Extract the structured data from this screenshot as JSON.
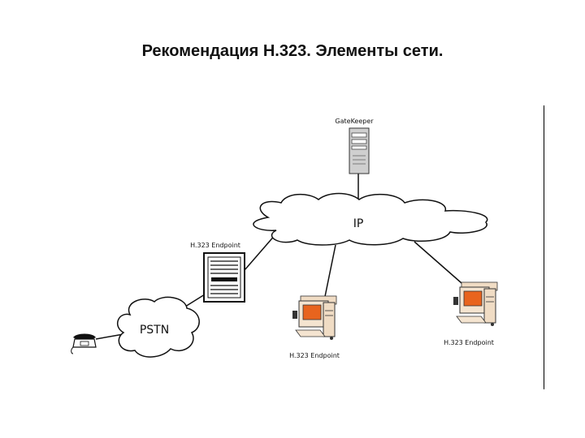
{
  "title": "Рекомендация Н.323. Элементы сети.",
  "diagram": {
    "gatekeeper_label": "GateKeeper",
    "ip_cloud_label": "IP",
    "pstn_cloud_label": "PSTN",
    "endpoint_server_label": "H.323 Endpoint",
    "endpoint_pc_center_label": "H.323 Endpoint",
    "endpoint_pc_right_label": "H.323 Endpoint"
  },
  "icons": [
    "gatekeeper-server-icon",
    "terminal-server-icon",
    "pc-endpoint-icon",
    "telephone-icon"
  ],
  "colors": {
    "pc_screen": "#e8641e",
    "line": "#111111",
    "device_fill": "#ffffff"
  }
}
